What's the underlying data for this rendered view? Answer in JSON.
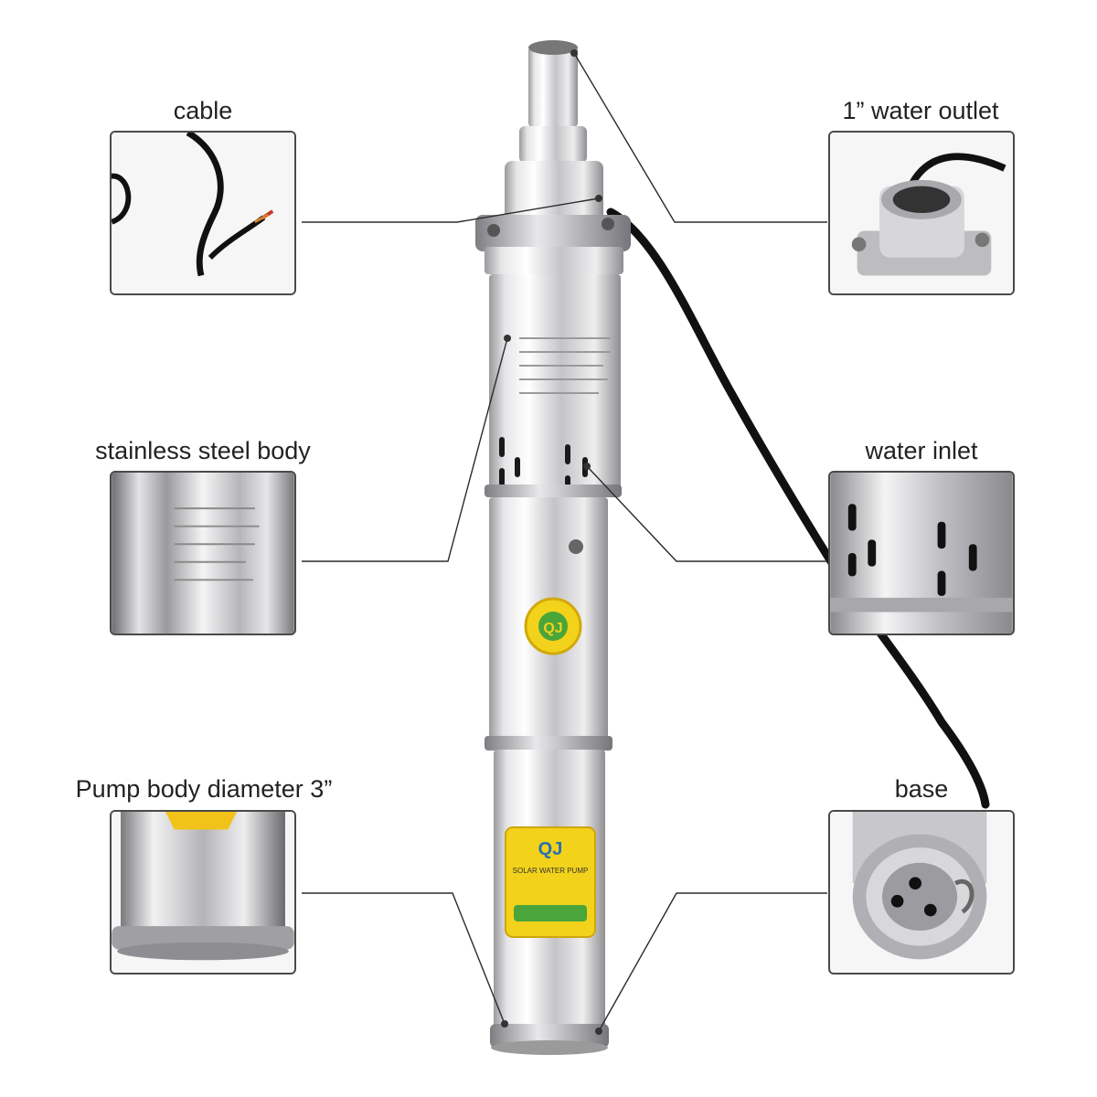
{
  "callouts": {
    "cable": "cable",
    "water_outlet": "1” water outlet",
    "stainless_body": "stainless steel body",
    "water_inlet": "water inlet",
    "diameter": "Pump body diameter 3”",
    "base": "base"
  },
  "product": {
    "upper_label_logo": "QJ",
    "lower_label_logo": "QJ",
    "lower_label_text": "SOLAR WATER PUMP"
  },
  "colors": {
    "steel": "#c9c9cc",
    "cable": "#111111",
    "label_yellow": "#f2d21a",
    "label_green": "#4aa53a"
  }
}
